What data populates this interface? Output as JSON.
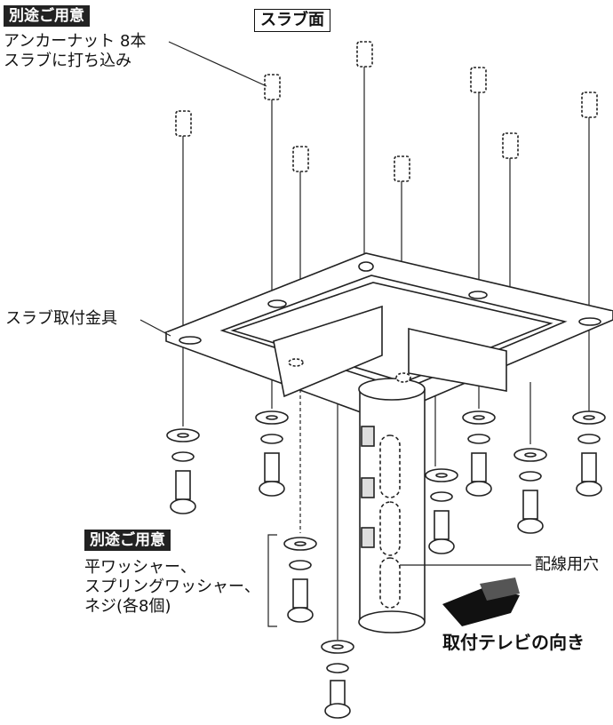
{
  "note_top": {
    "badge": "別途ご用意",
    "line1": "アンカーナット 8本",
    "line2": "スラブに打ち込み"
  },
  "slab_label": "スラブ面",
  "bracket_label": "スラブ取付金具",
  "note_bottom": {
    "badge": "別途ご用意",
    "line1": "平ワッシャー、",
    "line2": "スプリングワッシャー、",
    "line3": "ネジ(各8個)"
  },
  "hole_label": "配線用穴",
  "direction_label": "取付テレビの向き"
}
